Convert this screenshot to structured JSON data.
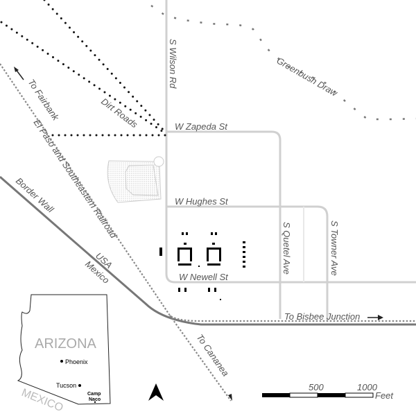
{
  "map": {
    "streets": {
      "wilson": "S Wilson Rd",
      "zapeda": "W Zapeda St",
      "hughes": "W Hughes St",
      "newell": "W Newell St",
      "quetel": "S Quetel Ave",
      "towner": "S Towner Ave"
    },
    "features": {
      "dirt_roads": "Dirt Roads",
      "greenbush": "Greenbush Draw",
      "railroad": "El Paso and Southeastern Railroad",
      "to_fairbank": "To Fairbank",
      "to_cananea": "To Cananea",
      "to_bisbee": "To Bisbee Junction",
      "border_wall": "Border Wall",
      "usa": "USA",
      "mexico": "Mexico"
    },
    "inset": {
      "state": "ARIZONA",
      "country": "MEXICO",
      "cities": [
        "Phoenix",
        "Tucson",
        "Camp",
        "Naco"
      ]
    },
    "scale": {
      "tick1": "500",
      "tick2": "1000",
      "unit": "Feet"
    },
    "colors": {
      "street": "#d0d0d0",
      "rail": "#888888",
      "border": "#777777"
    }
  }
}
